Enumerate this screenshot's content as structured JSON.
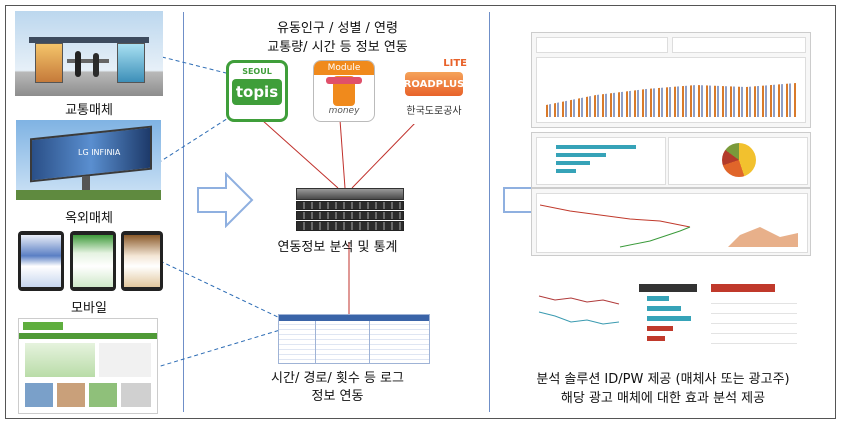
{
  "left": {
    "labels": [
      "교통매체",
      "옥외매체",
      "모바일"
    ]
  },
  "center": {
    "top_caption_line1": "유동인구 / 성별 / 연령",
    "top_caption_line2": "교통량/ 시간 등 정보 연동",
    "logo_topis_top": "SEOUL",
    "logo_topis_main": "topis",
    "logo_tmoney_badge": "Module",
    "logo_tmoney_main": "money",
    "logo_roadplus_lite": "LITE",
    "logo_roadplus_main": "ROADPLUS",
    "logo_roadplus_sub": "한국도로공사",
    "server_caption": "연동정보 분석 및 통계",
    "log_caption_line1": "시간/ 경로/ 횟수 등 로그",
    "log_caption_line2": "정보 연동"
  },
  "billboard_text": "LG INFINIA",
  "right": {
    "caption_line1": "분석 솔루션 ID/PW 제공 (매체사 또는 광고주)",
    "caption_line2": "해당 광고 매체에 대한 효과 분석 제공"
  },
  "colors": {
    "divider": "#6f8fc8",
    "arrow": "#8fb0e0",
    "connector_red": "#c0302b",
    "connector_blue": "#2e6db5",
    "topis_green": "#3f9e3a",
    "tmoney_orange": "#f08a1c",
    "roadplus_orange": "#e8622a"
  }
}
